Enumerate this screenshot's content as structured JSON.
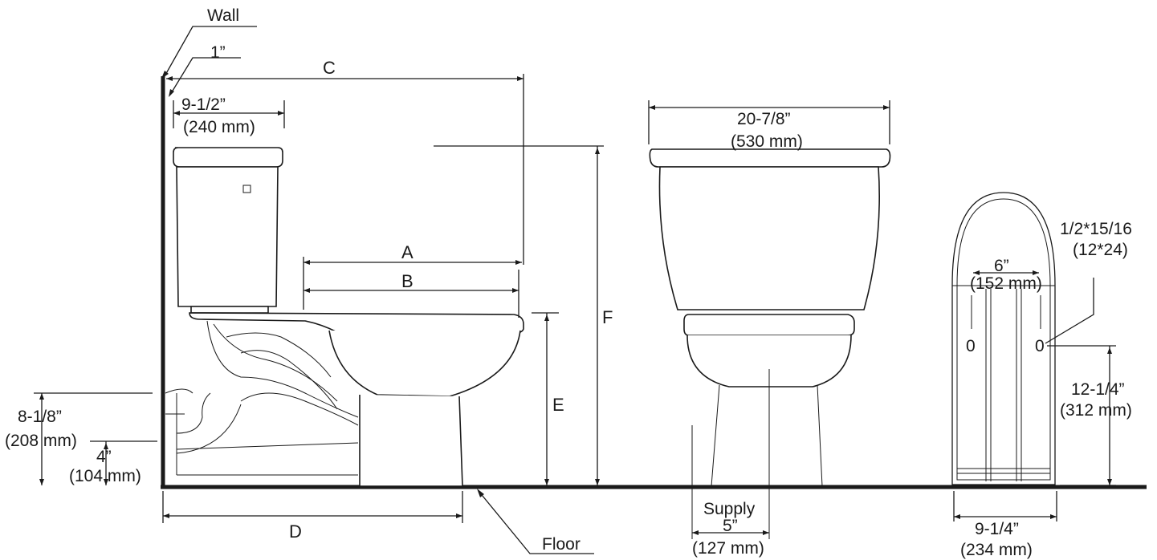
{
  "labels": {
    "wall": "Wall",
    "floor": "Floor",
    "one_inch": "1”",
    "tank_depth_in": "9-1/2”",
    "tank_depth_mm": "(240 mm)",
    "c": "C",
    "a": "A",
    "b": "B",
    "e": "E",
    "f": "F",
    "d": "D",
    "h1_in": "8-1/8”",
    "h1_mm": "(208 mm)",
    "h2_in": "4”",
    "h2_mm": "(104 mm)",
    "width_in": "20-7/8”",
    "width_mm": "(530 mm)",
    "supply": "Supply",
    "supply_in": "5”",
    "supply_mm": "(127 mm)",
    "bolt_spacing_in": "6”",
    "bolt_spacing_mm": "(152 mm)",
    "slot_in": "1/2*15/16",
    "slot_mm": "(12*24)",
    "bolt_height_in": "12-1/4”",
    "bolt_height_mm": "(312 mm)",
    "base_width_in": "9-1/4”",
    "base_width_mm": "(234 mm)",
    "bolt_mark_left": "0",
    "bolt_mark_right": "0"
  }
}
